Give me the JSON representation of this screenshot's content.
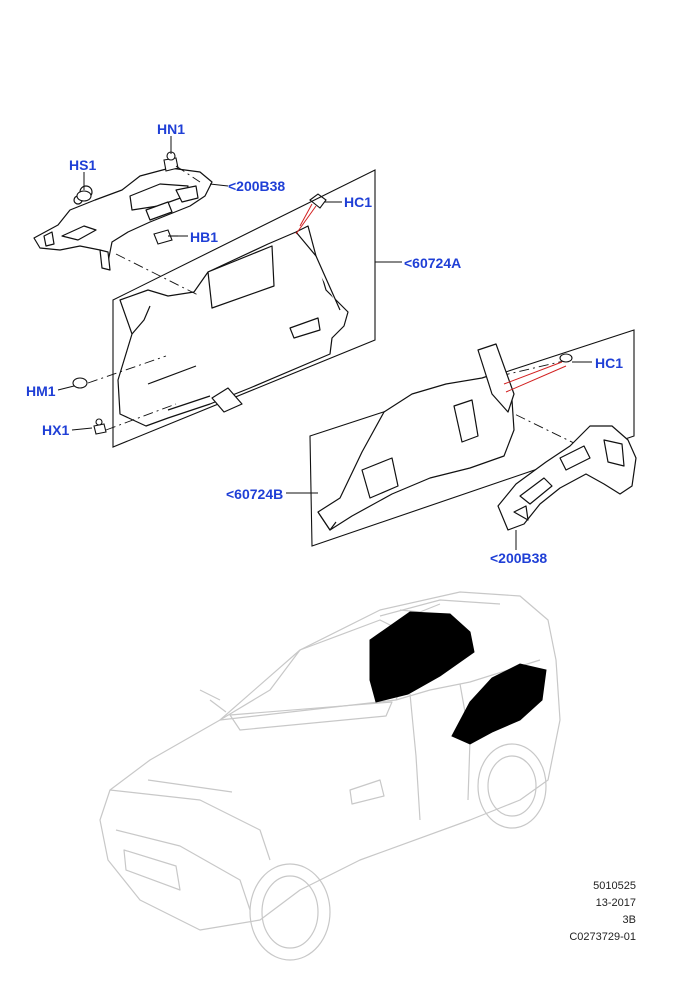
{
  "callouts": {
    "hn1": "HN1",
    "hs1": "HS1",
    "b200_top": "<200B38",
    "hc1_top": "HC1",
    "hb1": "HB1",
    "a60724": "<60724A",
    "hm1": "HM1",
    "hx1": "HX1",
    "hc1_right": "HC1",
    "b60724": "<60724B",
    "b200_bottom": "<200B38"
  },
  "meta": {
    "code": "5010525",
    "date": "13-2017",
    "rev": "3B",
    "ref": "C0273729-01"
  },
  "colors": {
    "callout": "#1f3fd6",
    "leader_red": "#d22020",
    "line": "#111111",
    "vehicle": "#c8c8c8",
    "highlight": "#000000"
  }
}
